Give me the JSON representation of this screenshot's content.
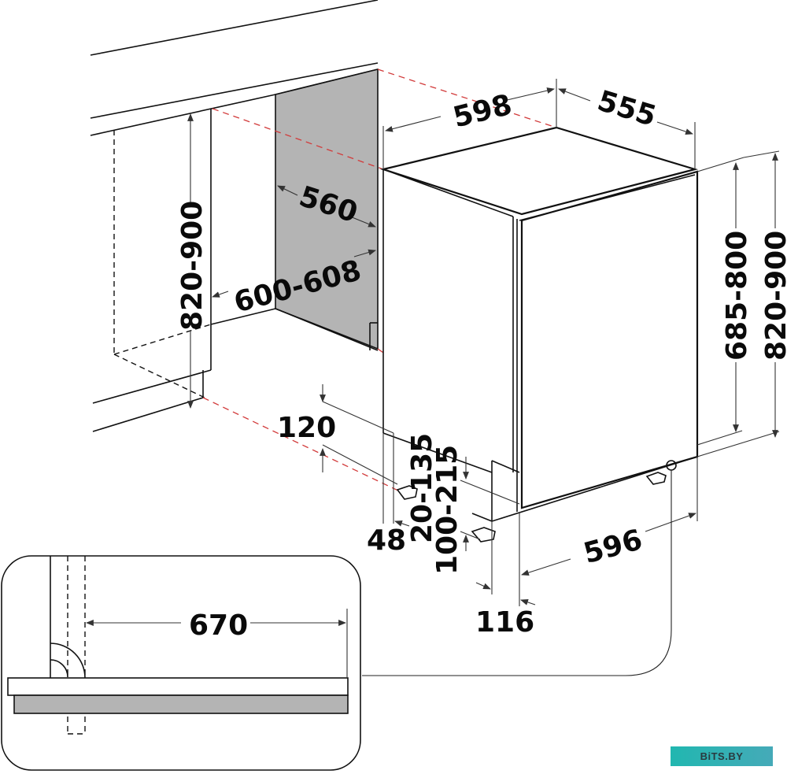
{
  "diagram": {
    "subject": "Built-in dishwasher installation dimensions (mm)",
    "colors": {
      "line": "#111111",
      "panel_fill": "#b4b4b4",
      "reference_dash": "#d23a3a",
      "brand_bg_start": "#21b7b0",
      "brand_bg_end": "#45aab8"
    },
    "dimensions": {
      "appliance_width_top": "598",
      "appliance_depth": "555",
      "niche_depth": "560",
      "niche_width": "600-608",
      "niche_height_left": "820-900",
      "door_height": "685-800",
      "total_height_right": "820-900",
      "plinth_height": "120",
      "foot_offset": "48",
      "foot_adjust": "20-135",
      "plinth_adjust": "100-215",
      "appliance_width_bottom": "596",
      "plinth_depth": "116",
      "door_swing_clearance": "670"
    },
    "detail_callout": {
      "label": "670",
      "description": "Door opening clearance detail (top view)"
    }
  },
  "watermark": {
    "text": "BiTS.BY"
  }
}
